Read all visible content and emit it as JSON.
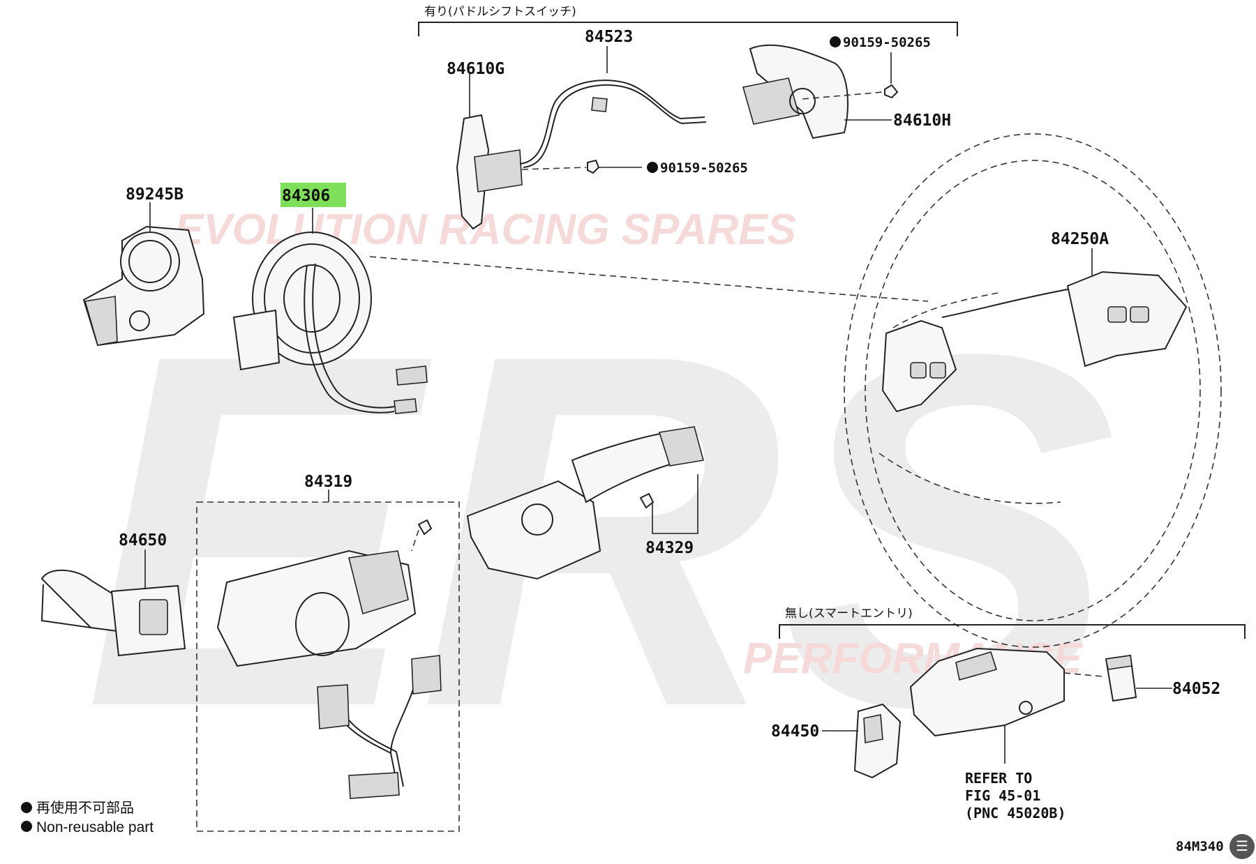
{
  "watermark": {
    "letters": "ERS",
    "top_text": "EVOLUTION RACING SPARES",
    "bottom_text": "PERFORMANCE"
  },
  "brackets": {
    "paddle_shift": "有り(パドルシフトスイッチ)",
    "no_smart_entry": "無し(スマートエントリ)"
  },
  "parts": {
    "p84523": "84523",
    "p84610G": "84610G",
    "p90159a": "90159-50265",
    "p84610H": "84610H",
    "p90159b": "90159-50265",
    "p89245B": "89245B",
    "p84306": "84306",
    "p84250A": "84250A",
    "p84319": "84319",
    "p84650": "84650",
    "p84329": "84329",
    "p84052": "84052",
    "p84450": "84450"
  },
  "highlighted_part": "84306",
  "refer_note": [
    "REFER TO",
    "FIG 45-01",
    "(PNC 45020B)"
  ],
  "legend": {
    "jp": "再使用不可部品",
    "en": "Non-reusable part"
  },
  "figure_code": "84M340",
  "icons": {
    "bullet": "black-circle",
    "corner": "menu-icon"
  },
  "colors": {
    "highlight": "#7ee05a",
    "watermark": "#ececec",
    "watermark_text": "#f6dada"
  }
}
